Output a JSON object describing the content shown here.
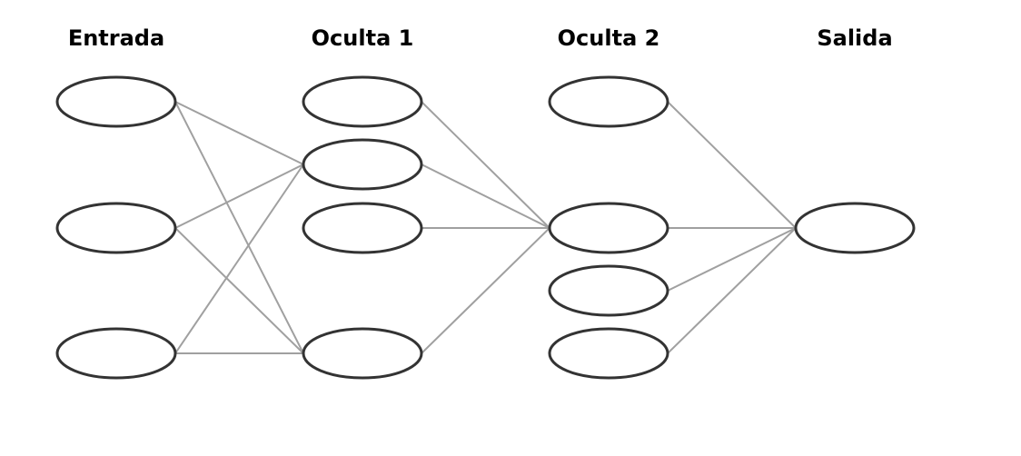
{
  "layers": [
    {
      "id": "in",
      "title": "Entrada",
      "nodes": [
        "in0",
        "in1",
        "in2"
      ]
    },
    {
      "id": "h1",
      "title": "Oculta 1",
      "nodes": [
        "h1a",
        "h1b",
        "h1c",
        "h1d"
      ]
    },
    {
      "id": "h2",
      "title": "Oculta 2",
      "nodes": [
        "h2a",
        "h2b",
        "h2c",
        "h2d"
      ]
    },
    {
      "id": "out",
      "title": "Salida",
      "nodes": [
        "o0"
      ]
    }
  ],
  "edges": [
    [
      "in0",
      "h1b"
    ],
    [
      "in0",
      "h1d"
    ],
    [
      "in1",
      "h1b"
    ],
    [
      "in1",
      "h1d"
    ],
    [
      "in2",
      "h1b"
    ],
    [
      "in2",
      "h1d"
    ],
    [
      "h1a",
      "h2b"
    ],
    [
      "h1b",
      "h2b"
    ],
    [
      "h1c",
      "h2b"
    ],
    [
      "h1d",
      "h2b"
    ],
    [
      "h2a",
      "o0"
    ],
    [
      "h2b",
      "o0"
    ],
    [
      "h2c",
      "o0"
    ],
    [
      "h2d",
      "o0"
    ]
  ],
  "colors": {
    "edge": "#a0a0a0",
    "node_stroke": "#333333"
  }
}
